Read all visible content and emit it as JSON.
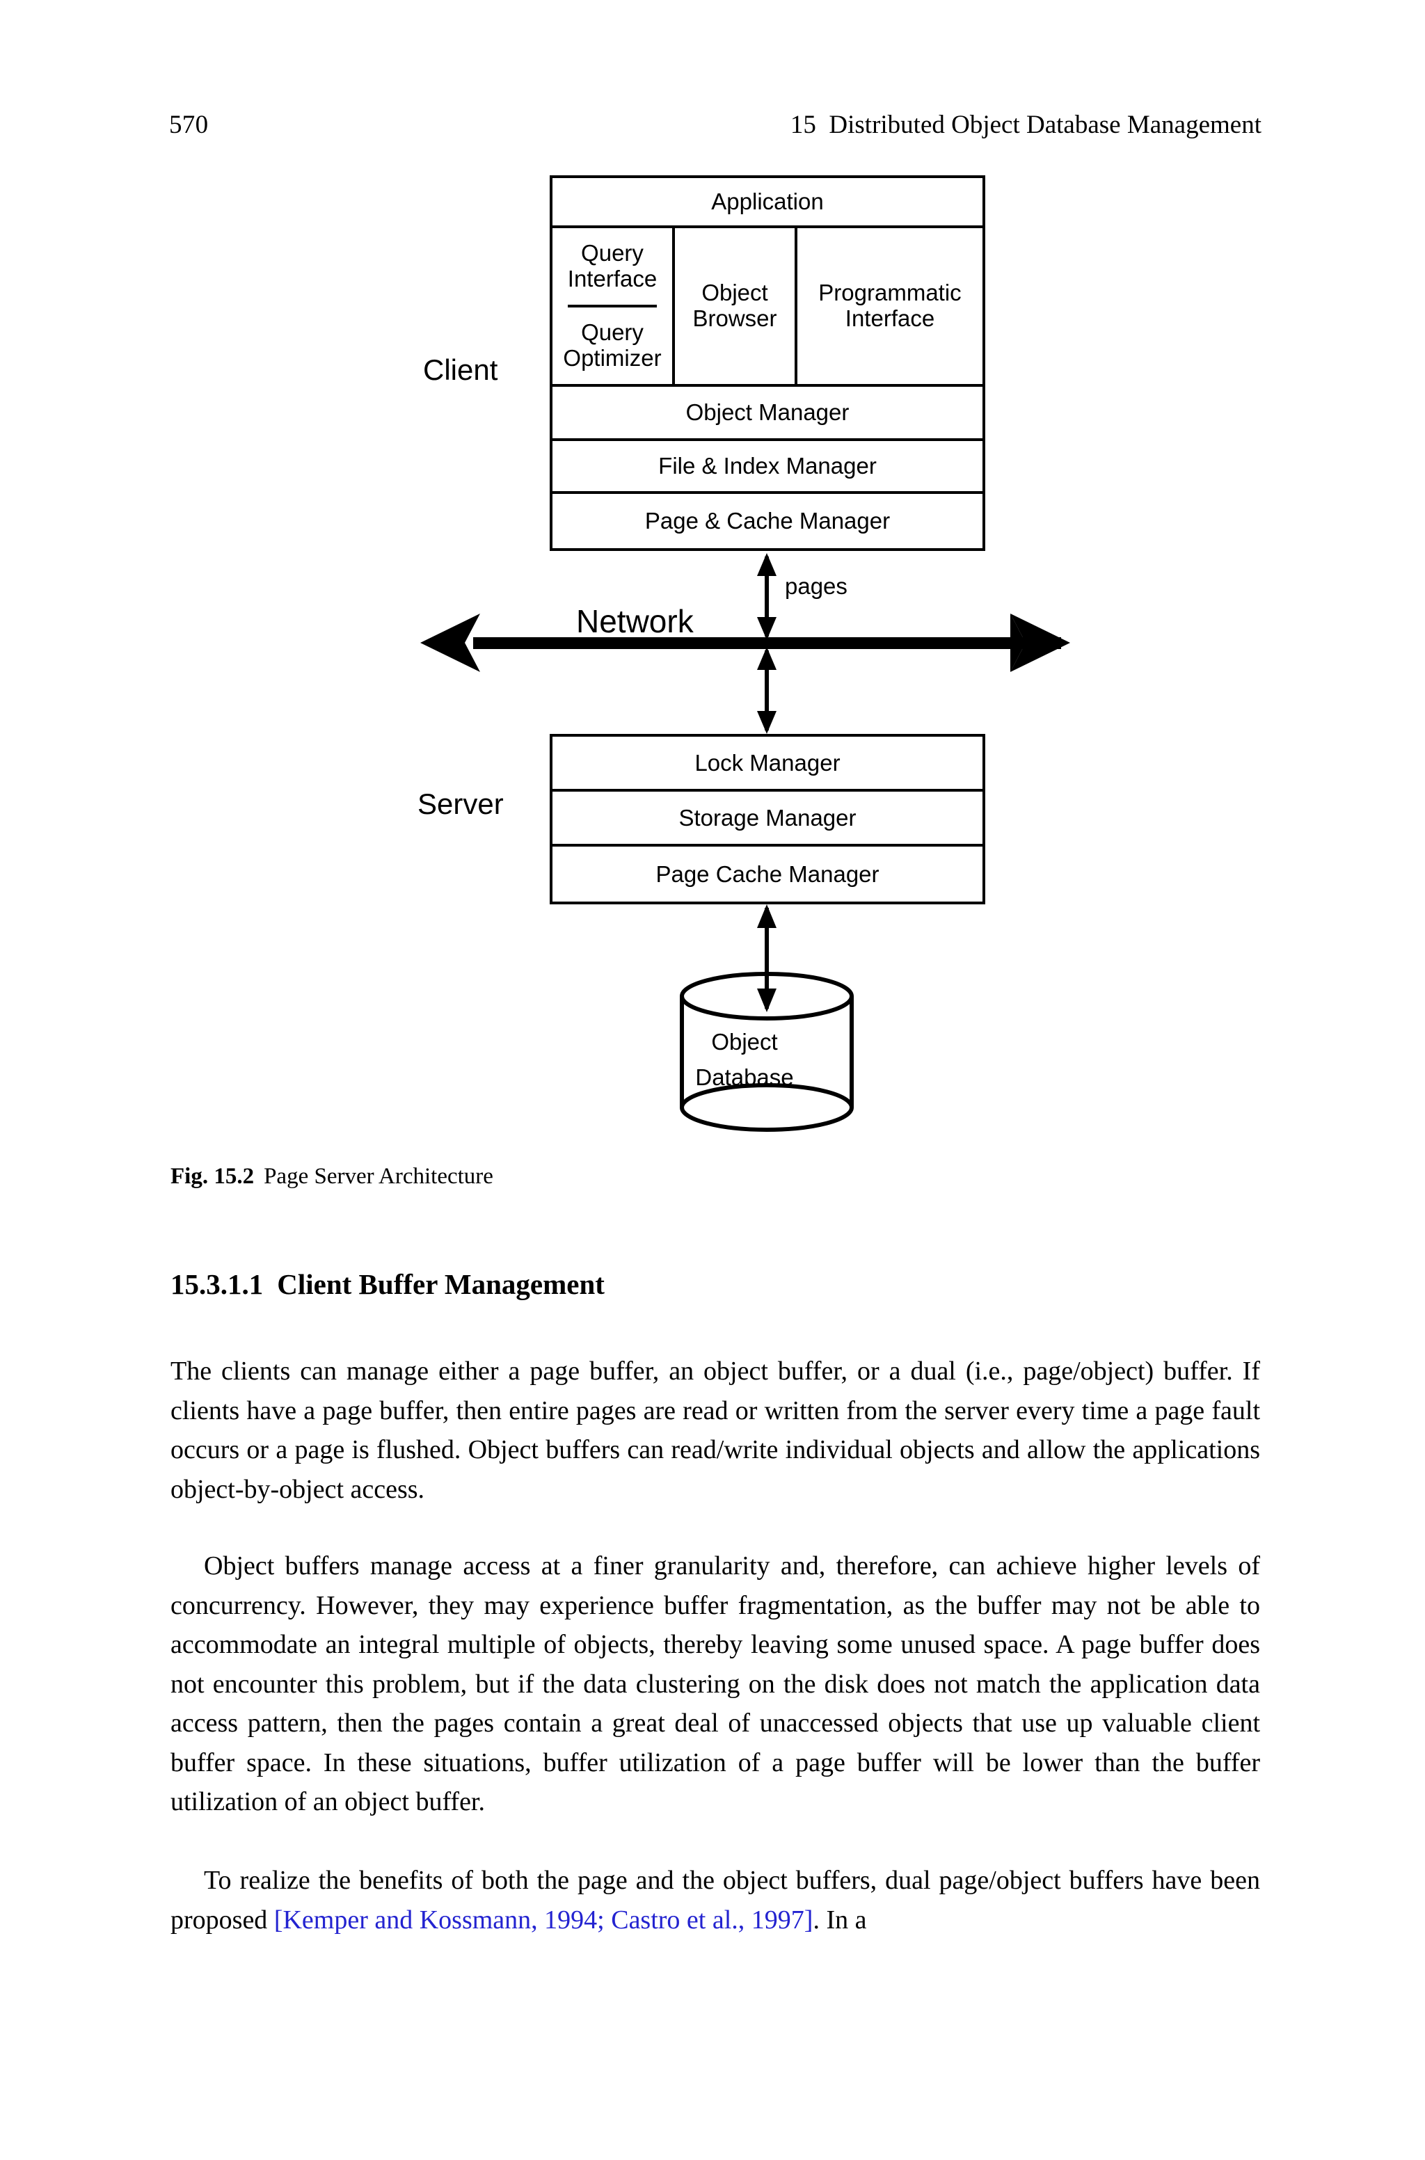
{
  "header": {
    "folio": "570",
    "title": "15  Distributed Object Database Management"
  },
  "figure": {
    "client_label": "Client",
    "server_label": "Server",
    "network_label": "Network",
    "pages_label": "pages",
    "client_stack": {
      "application": "Application",
      "query_interface": "Query\nInterface",
      "query_interface_line1": "Query",
      "query_interface_line2": "Interface",
      "query_optimizer_line1": "Query",
      "query_optimizer_line2": "Optimizer",
      "object_browser_line1": "Object",
      "object_browser_line2": "Browser",
      "programmatic_line1": "Programmatic",
      "programmatic_line2": "Interface",
      "object_manager": "Object Manager",
      "file_index_manager": "File & Index Manager",
      "page_cache_manager": "Page & Cache Manager"
    },
    "server_stack": {
      "lock_manager": "Lock Manager",
      "storage_manager": "Storage Manager",
      "page_cache_manager": "Page Cache Manager"
    },
    "database": {
      "line1": "Object",
      "line2": "Database"
    }
  },
  "caption": {
    "number": "Fig. 15.2",
    "text": "Page Server Architecture"
  },
  "section": {
    "number": "15.3.1.1",
    "title": "Client Buffer Management"
  },
  "paragraphs": {
    "p1": "The clients can manage either a page buffer, an object buffer, or a dual (i.e., page/object) buffer. If clients have a page buffer, then entire pages are read or written from the server every time a page fault occurs or a page is flushed. Object buffers can read/write individual objects and allow the applications object-by-object access.",
    "p2": "Object buffers manage access at a finer granularity and, therefore, can achieve higher levels of concurrency. However, they may experience buffer fragmentation, as the buffer may not be able to accommodate an integral multiple of objects, thereby leaving some unused space. A page buffer does not encounter this problem, but if the data clustering on the disk does not match the application data access pattern, then the pages contain a great deal of unaccessed objects that use up valuable client buffer space. In these situations, buffer utilization of a page buffer will be lower than the buffer utilization of an object buffer.",
    "p3_before": "To realize the benefits of both the page and the object buffers, dual page/object buffers have been proposed ",
    "p3_citation": "[Kemper and Kossmann, 1994; Castro et al., 1997]",
    "p3_after": ". In a"
  },
  "colors": {
    "text": "#000000",
    "citation": "#2323d0",
    "background": "#ffffff"
  }
}
